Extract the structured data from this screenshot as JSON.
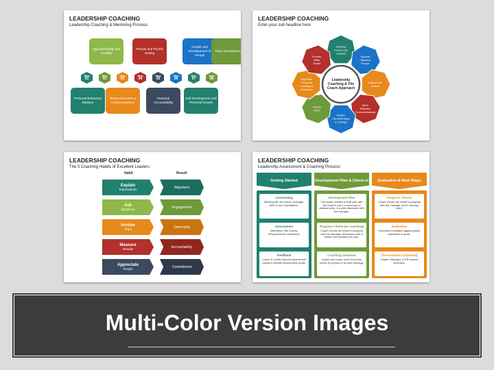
{
  "slide1": {
    "title": "LEADERSHIP COACHING",
    "subtitle": "Leadership Coaching & Mentoring Process",
    "top_boxes": [
      {
        "label": "Approachability and Humility",
        "color": "#8fb84a"
      },
      {
        "label": "Results and Priority Setting",
        "color": "#b3302b"
      },
      {
        "label": "Growth and Development of People",
        "color": "#1a73c6"
      },
      {
        "label": "Team Development",
        "color": "#6e9a3b"
      }
    ],
    "steps": [
      {
        "label": "Step",
        "num": "01",
        "color": "#22806e"
      },
      {
        "label": "Step",
        "num": "02",
        "color": "#6e9a3b"
      },
      {
        "label": "Step",
        "num": "03",
        "color": "#e8891b"
      },
      {
        "label": "Step",
        "num": "04",
        "color": "#b3302b"
      },
      {
        "label": "Step",
        "num": "05",
        "color": "#3b4a5e"
      },
      {
        "label": "Step",
        "num": "06",
        "color": "#1a73c6"
      },
      {
        "label": "Step",
        "num": "07",
        "color": "#22806e"
      },
      {
        "label": "Step",
        "num": "08",
        "color": "#6e9a3b"
      }
    ],
    "bottom_boxes": [
      {
        "label": "Personal Behaviour Mastery",
        "color": "#22806e"
      },
      {
        "label": "Responsiveness & Communications",
        "color": "#e8891b"
      },
      {
        "label": "Personal Accountability",
        "color": "#3b4a5e"
      },
      {
        "label": "Self Development and Personal Growth",
        "color": "#22806e"
      }
    ]
  },
  "slide2": {
    "title": "LEADERSHIP COACHING",
    "subtitle": "Enter your sub headline here",
    "center": "Leadership Coaching & The Coach-Approach",
    "petals": [
      {
        "label": "Develop Coach-Like Leaders",
        "color": "#22806e"
      },
      {
        "label": "Support Talented People",
        "color": "#1a73c6"
      },
      {
        "label": "Improve the Culture",
        "color": "#e8891b"
      },
      {
        "label": "More Effective Communications",
        "color": "#b3302b"
      },
      {
        "label": "Deliver Transformation & Change",
        "color": "#1a73c6"
      },
      {
        "label": "Unlock Value",
        "color": "#6e9a3b"
      },
      {
        "label": "Improves Personal Learning & Innovation",
        "color": "#e8891b"
      },
      {
        "label": "Provide Skills Toolkit",
        "color": "#b3302b"
      }
    ]
  },
  "slide3": {
    "title": "LEADERSHIP COACHING",
    "subtitle": "The 5 Coaching Habits of Excellent Leaders",
    "habit_header": "Habit",
    "result_header": "Result",
    "rows": [
      {
        "habit": "Explain",
        "sub": "Expectations",
        "result": "Alignment",
        "color": "#22806e",
        "rcolor": "#1c6e5e"
      },
      {
        "habit": "Ask",
        "sub": "Questions",
        "result": "Engagement",
        "color": "#8fb84a",
        "rcolor": "#6e9a3b"
      },
      {
        "habit": "Involve",
        "sub": "Team",
        "result": "Ownership",
        "color": "#e8891b",
        "rcolor": "#c9740f"
      },
      {
        "habit": "Measure",
        "sub": "Results",
        "result": "Accountability",
        "color": "#b3302b",
        "rcolor": "#932520"
      },
      {
        "habit": "Appreciate",
        "sub": "People",
        "result": "Commitment",
        "color": "#3b4a5e",
        "rcolor": "#2e3a4b"
      }
    ]
  },
  "slide4": {
    "title": "LEADERSHIP COACHING",
    "subtitle": "Leadership Assessment & Coaching Process",
    "columns": [
      {
        "header": "Getting Started",
        "color": "#22806e",
        "items": [
          {
            "h": "Contracting",
            "t": "Meeting with the leader, manager, &HR to set expectations."
          },
          {
            "h": "Assessment",
            "t": "Interviews, 360 Survey, &Psychometric instrument."
          },
          {
            "h": "Feedback",
            "t": "Coach & Leader discuss assessment results & identify development goals."
          }
        ]
      },
      {
        "header": "Development Plan & Check-in",
        "color": "#6e9a3b",
        "items": [
          {
            "h": "Development Plan",
            "t": "The leader creates a draft plan with the coach's input, a summary of assessments, & a plan discussed with the manager."
          },
          {
            "h": "Progress Check (as coaching)",
            "t": "Coach checks the leader's progress with the manager, discussion with a leader who updates the plan."
          },
          {
            "h": "Coaching Sessions",
            "t": "Leader and coach meet every two weeks (in person or by web meeting)."
          }
        ]
      },
      {
        "header": "Evaluation & Next Steps",
        "color": "#e8891b",
        "items": [
          {
            "h": "Progress Checks",
            "t": "Coach checks the leader's progress with the manager at the mid-way point."
          },
          {
            "h": "Evaluation",
            "t": "Outcomes Evaluated against goals, evaluation of goals."
          },
          {
            "h": "The Extension (Optional)",
            "t": "Leader, Manager, & HR request extension."
          }
        ]
      }
    ]
  },
  "banner": {
    "title": "Multi-Color Version Images"
  }
}
